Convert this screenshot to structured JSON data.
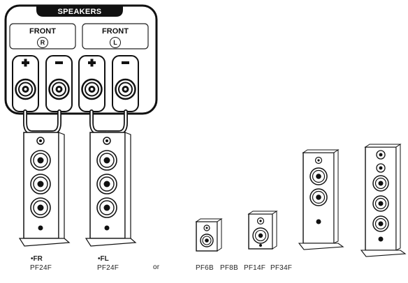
{
  "panel": {
    "title": "SPEAKERS",
    "channels": [
      {
        "label": "FRONT",
        "side": "R"
      },
      {
        "label": "FRONT",
        "side": "L"
      }
    ],
    "terminals": [
      "+",
      "−",
      "+",
      "−"
    ]
  },
  "connected": [
    {
      "channel": "FR",
      "model": "PF24F"
    },
    {
      "channel": "FL",
      "model": "PF24F"
    }
  ],
  "separator": "or",
  "models": [
    "PF6B",
    "PF8B",
    "PF14F",
    "PF34F"
  ]
}
